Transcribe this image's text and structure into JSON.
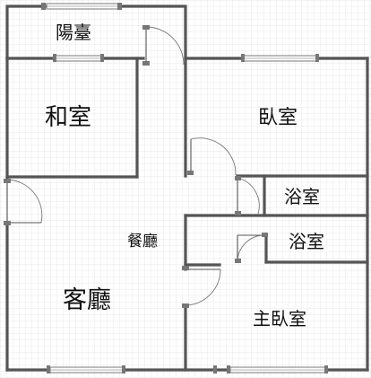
{
  "rooms": {
    "balcony": "陽臺",
    "japanese_room": "和室",
    "bedroom": "臥室",
    "bathroom_1": "浴室",
    "dining": "餐廳",
    "bathroom_2": "浴室",
    "living_room": "客廳",
    "master_bedroom": "主臥室"
  },
  "colors": {
    "wall": "#555555",
    "grid": "#e3e3e3",
    "background": "#ffffff"
  }
}
